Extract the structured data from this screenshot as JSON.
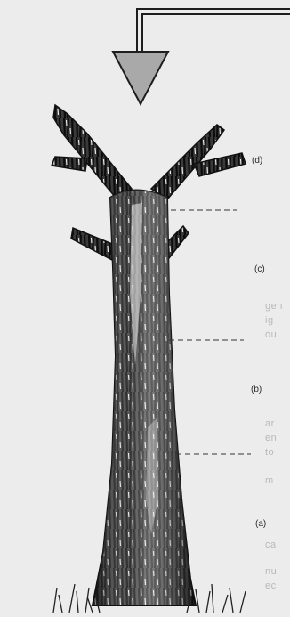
{
  "labels": {
    "a": "(a)",
    "b": "(b)",
    "c": "(c)",
    "d": "(d)"
  },
  "colors": {
    "paper": "#ececec",
    "ink": "#1e1e1e",
    "bark_dark": "#111111",
    "bark_light": "#f2f2f2",
    "arrow_fill": "#a9a9a9",
    "grass": "#222222"
  },
  "icons": {
    "arrow": "down-triangle-arrow"
  }
}
